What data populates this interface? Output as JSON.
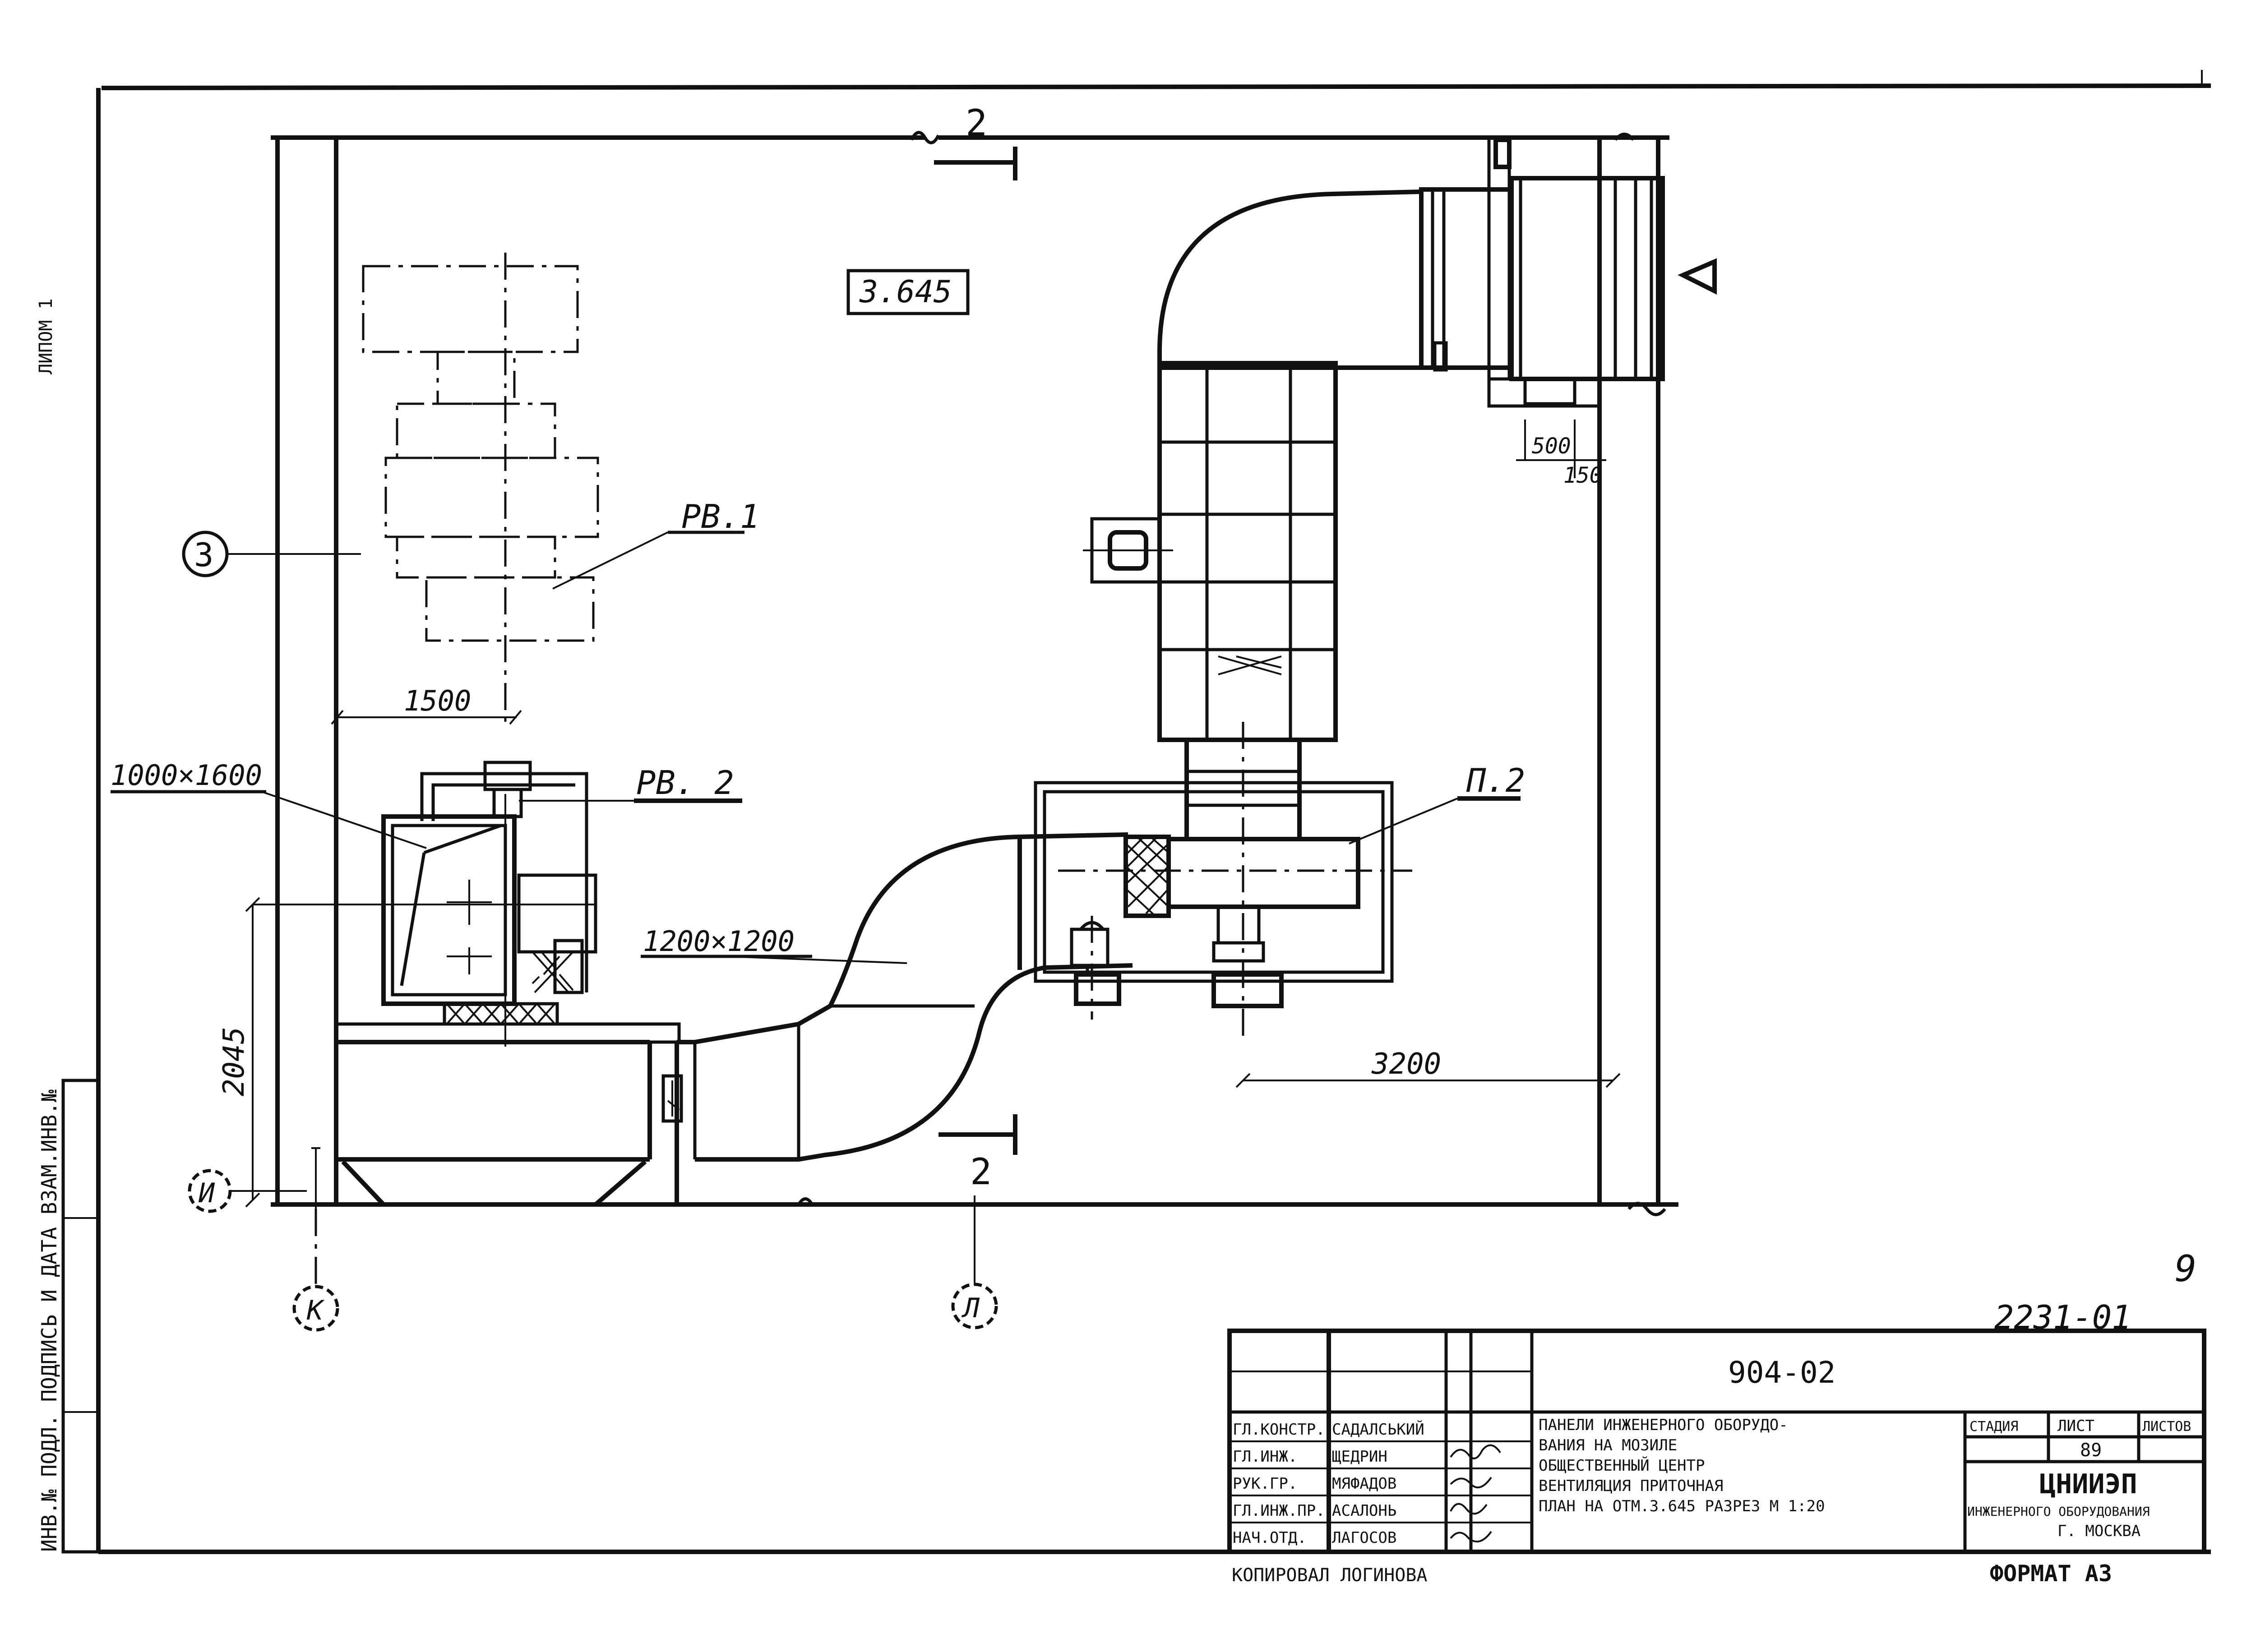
{
  "drawing": {
    "elevation_mark": "3.645",
    "section_marks": {
      "top": "2",
      "bottom": "2"
    },
    "grid_axes": {
      "row_3": "3",
      "row_i": "И",
      "col_k": "К",
      "col_l": "Л"
    },
    "equipment_labels": {
      "rv1": "РВ.1",
      "rv2": "РВ. 2",
      "p2": "П.2"
    },
    "duct_sizes": {
      "inlet": "1000×1600",
      "connector": "1200×1200"
    },
    "dimensions": {
      "d1500": "1500",
      "d2045": "2045",
      "d3200": "3200",
      "d500": "500",
      "d150": "150"
    },
    "margin_texts": {
      "top_left": "ЛИПОМ 1",
      "left_strip": "ИНВ.№ ПОДЛ. ПОДПИСЬ И ДАТА ВЗАМ.ИНВ.№"
    },
    "sheet_number_partial": "9",
    "drawing_code": "2231-01"
  },
  "title_block": {
    "series": "904-02",
    "roles": [
      "ГЛ.КОНСТР.",
      "ГЛ.ИНЖ.",
      "РУК.ГР.",
      "ГЛ.ИНЖ.ПР.",
      "НАЧ.ОТД."
    ],
    "names": [
      "САДАЛСЬКИЙ",
      "ЩЕДРИН",
      "МЯФАДОВ",
      "АСАЛОНЬ",
      "ЛАГОСОВ"
    ],
    "description_lines": [
      "ПАНЕЛИ ИНЖЕНЕРНОГО ОБОРУДО-",
      "ВАНИЯ НА МОЗИЛЕ",
      "ОБЩЕСТВЕННЫЙ ЦЕНТР",
      "ВЕНТИЛЯЦИЯ ПРИТОЧНАЯ",
      "ПЛАН НА ОТМ.3.645 РАЗРЕЗ М 1:20"
    ],
    "stage_label": "СТАДИЯ",
    "sheet_label": "ЛИСТ",
    "sheets_label": "ЛИСТОВ",
    "sheet_value": "89",
    "org_name": "ЦНИИЭП",
    "org_sub": "ИНЖЕНЕРНОГО ОБОРУДОВАНИЯ",
    "org_city": "Г. МОСКВА",
    "copied_by": "КОПИРОВАЛ ЛОГИНОВА",
    "format": "ФОРМАТ А3"
  }
}
